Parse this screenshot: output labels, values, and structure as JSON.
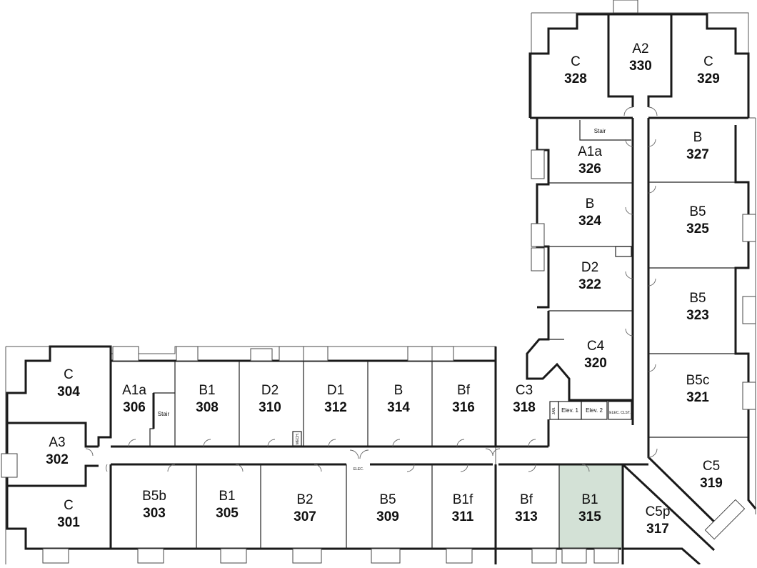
{
  "highlight_color": "#d3e1d6",
  "rooms": [
    {
      "type": "C",
      "number": "328"
    },
    {
      "type": "A2",
      "number": "330"
    },
    {
      "type": "C",
      "number": "329"
    },
    {
      "type": "A1a",
      "number": "326"
    },
    {
      "type": "B",
      "number": "327"
    },
    {
      "type": "B",
      "number": "324"
    },
    {
      "type": "B5",
      "number": "325"
    },
    {
      "type": "D2",
      "number": "322"
    },
    {
      "type": "B5",
      "number": "323"
    },
    {
      "type": "C4",
      "number": "320"
    },
    {
      "type": "B5c",
      "number": "321"
    },
    {
      "type": "C",
      "number": "304"
    },
    {
      "type": "A1a",
      "number": "306"
    },
    {
      "type": "B1",
      "number": "308"
    },
    {
      "type": "D2",
      "number": "310"
    },
    {
      "type": "D1",
      "number": "312"
    },
    {
      "type": "B",
      "number": "314"
    },
    {
      "type": "Bf",
      "number": "316"
    },
    {
      "type": "C3",
      "number": "318"
    },
    {
      "type": "A3",
      "number": "302"
    },
    {
      "type": "C",
      "number": "301"
    },
    {
      "type": "B5b",
      "number": "303"
    },
    {
      "type": "B1",
      "number": "305"
    },
    {
      "type": "B2",
      "number": "307"
    },
    {
      "type": "B5",
      "number": "309"
    },
    {
      "type": "B1f",
      "number": "311"
    },
    {
      "type": "Bf",
      "number": "313"
    },
    {
      "type": "B1",
      "number": "315"
    },
    {
      "type": "C5p",
      "number": "317"
    },
    {
      "type": "C5",
      "number": "319"
    }
  ],
  "labels": {
    "stair_top": "Stair",
    "stair_left": "Stair",
    "elev1": "Elev. 1",
    "elev2": "Elev. 2",
    "elec_clst": "ELEC. CLST.",
    "elec": "ELEC.",
    "mech": "MECH.",
    "janitor": "JAN."
  }
}
